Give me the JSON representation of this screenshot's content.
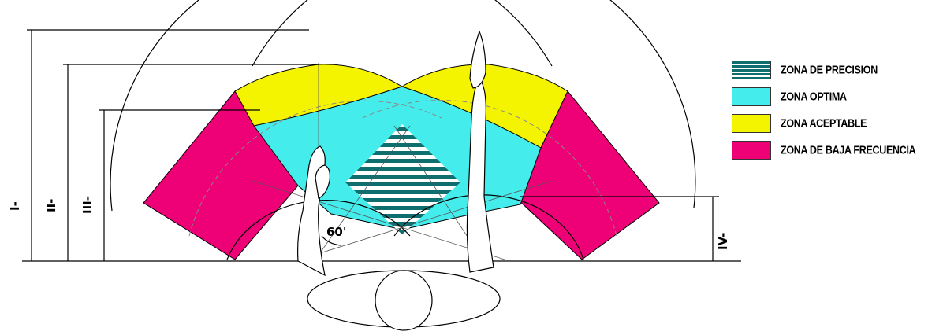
{
  "colors": {
    "precision_stripe": "#0f6f6f",
    "optima": "#44ecec",
    "aceptable": "#f4f400",
    "baja_frecuencia": "#ee0077"
  },
  "dimensions": {
    "I": "I-",
    "II": "II-",
    "III": "III-",
    "IV": "IV-",
    "angle": "60'"
  },
  "legend": [
    {
      "label": "ZONA DE PRECISION",
      "color": "#0f6f6f",
      "pattern": "stripes"
    },
    {
      "label": "ZONA OPTIMA",
      "color": "#44ecec",
      "pattern": "solid"
    },
    {
      "label": "ZONA ACEPTABLE",
      "color": "#f4f400",
      "pattern": "solid"
    },
    {
      "label": "ZONA DE BAJA FRECUENCIA",
      "color": "#ee0077",
      "pattern": "solid"
    }
  ]
}
